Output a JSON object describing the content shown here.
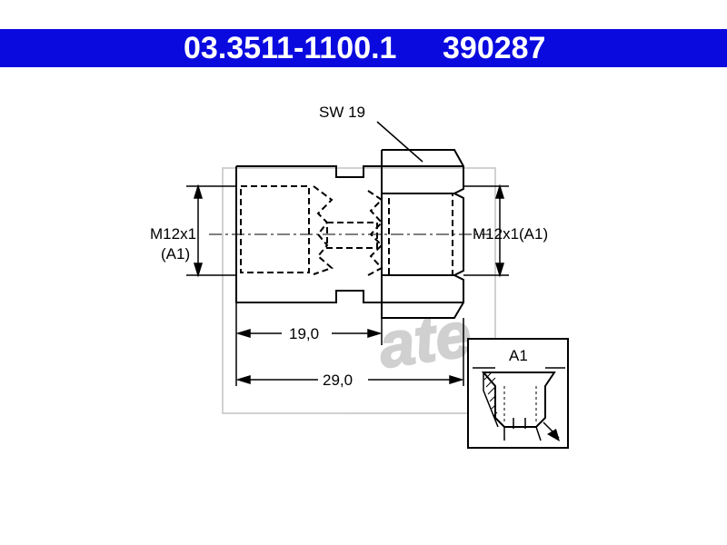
{
  "header": {
    "part_number": "03.3511-1100.1",
    "reference": "390287",
    "background_color": "#0a0adf"
  },
  "drawing": {
    "wrench_size_label": "SW 19",
    "left_thread_label_line1": "M12x1",
    "left_thread_label_line2": "(A1)",
    "right_thread_label": "M12x1(A1)",
    "dimension_inner": "19,0",
    "dimension_overall": "29,0",
    "detail_label": "A1",
    "watermark": "ate"
  }
}
